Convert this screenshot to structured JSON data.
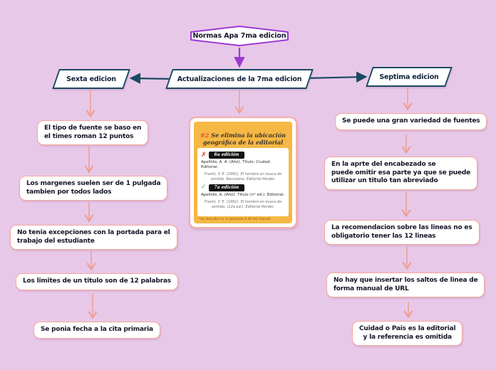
{
  "root": {
    "label": "Normas Apa 7ma edicion"
  },
  "hub": {
    "label": "Actualizaciones de la 7ma edicion"
  },
  "branches": {
    "left": {
      "label": "Sexta edicion"
    },
    "right": {
      "label": "Septima edicion"
    }
  },
  "left_column": [
    {
      "text": "El tipo de fuente se baso en\nel times roman 12 puntos"
    },
    {
      "text": "Los margenes suelen ser de 1 pulgada\ntambien por todos lados"
    },
    {
      "text": "No tenia excepciones con la portada para el\ntrabajo del estudiante"
    },
    {
      "text": "Los limites de un titulo son de 12 palabras"
    },
    {
      "text": "Se ponia fecha a la cita primaria"
    }
  ],
  "right_column": [
    {
      "text": "Se puede una gran variedad de fuentes"
    },
    {
      "text": "En la aprte del encabezado se\npuede omitir esa parte ya que se puede\nutilizar un titulo tan abreviado"
    },
    {
      "text": "La recomendacion sobre las lineas no es\nobligatorio tener las 12 lineas"
    },
    {
      "text": "No hay que insertar los saltos de linea de\nforma manual de URL"
    },
    {
      "text": "Cuidad o Pais es la editorial\ny la referencia es omitida"
    }
  ],
  "card": {
    "number": "#2",
    "title": "Se elimina la ubicación\ngeográfica de la editorial",
    "sections": [
      {
        "mark": "✗",
        "badge": "6a edición",
        "format": "Apellido, A. A. (Año). Título. Ciudad: Editorial.",
        "example": "Frankl, V. E. (1991). El hombre en busca de sentido. Barcelona: Editorial Herder."
      },
      {
        "mark": "✓",
        "badge": "7a edición",
        "format": "Apellido, A. (Año). Título (n° ed.). Editorial.",
        "example": "Frankl, V. E. (1991). El hombre en busca de sentido. (12a ed.). Editorial Herder."
      }
    ],
    "footnote": "*Se describe en el apartado 9.29 del manual"
  },
  "palette": {
    "background": "#e8c8e8",
    "purple": "#9c3ad2",
    "navy": "#1c4a63",
    "salmon": "#ee9f93",
    "card_orange": "#f6b845",
    "cross_red": "#e0301e",
    "check_green": "#5aa53c"
  }
}
